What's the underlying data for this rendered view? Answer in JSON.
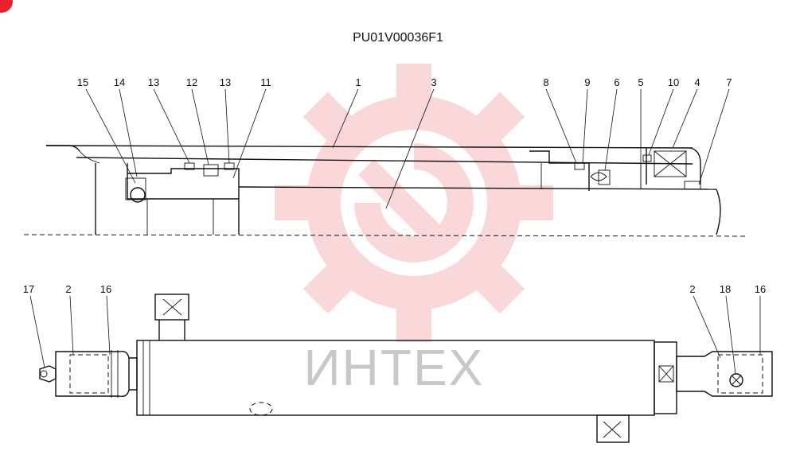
{
  "title": "PU01V00036F1",
  "watermark_text": "ИНТЕХ",
  "accent_color": "#e8232a",
  "watermark_color": "#f6b7bb",
  "callouts": {
    "c1": "1",
    "c2a": "2",
    "c2b": "2",
    "c3": "3",
    "c4": "4",
    "c5": "5",
    "c6": "6",
    "c7": "7",
    "c8": "8",
    "c9": "9",
    "c10": "10",
    "c11": "11",
    "c12": "12",
    "c13a": "13",
    "c13b": "13",
    "c14": "14",
    "c15": "15",
    "c16a": "16",
    "c16b": "16",
    "c17": "17",
    "c18": "18"
  }
}
